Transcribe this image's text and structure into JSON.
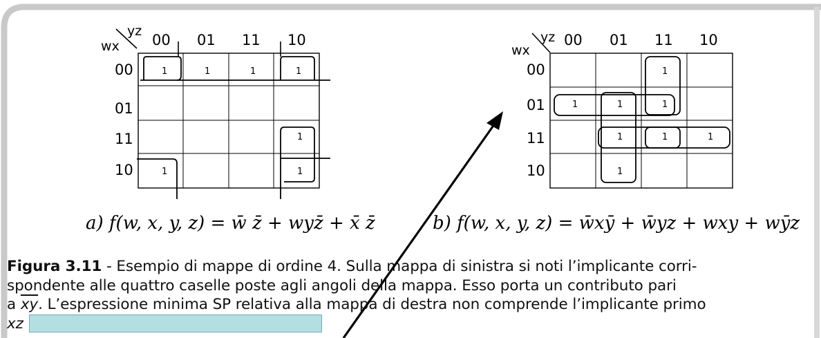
{
  "left_map": {
    "corner_row_var": "wx",
    "corner_col_var": "yz",
    "col_headers": [
      "00",
      "01",
      "11",
      "10"
    ],
    "row_headers": [
      "00",
      "01",
      "11",
      "10"
    ],
    "cells": [
      [
        "1",
        "1",
        "1",
        "1"
      ],
      [
        "",
        "",
        "",
        ""
      ],
      [
        "",
        "",
        "",
        "1"
      ],
      [
        "1",
        "",
        "",
        "1"
      ]
    ],
    "formula_label": "a)",
    "formula_lhs": "f(w, x, y, z) =",
    "formula_terms": [
      "w̄ z̄",
      "+ wyz̄",
      "+ x̄ z̄"
    ]
  },
  "right_map": {
    "corner_row_var": "wx",
    "corner_col_var": "yz",
    "col_headers": [
      "00",
      "01",
      "11",
      "10"
    ],
    "row_headers": [
      "00",
      "01",
      "11",
      "10"
    ],
    "cells": [
      [
        "",
        "",
        "1",
        ""
      ],
      [
        "1",
        "1",
        "1",
        ""
      ],
      [
        "",
        "1",
        "1",
        "1"
      ],
      [
        "",
        "1",
        "",
        ""
      ]
    ],
    "formula_label": "b)",
    "formula_lhs": "f(w, x, y, z) =",
    "formula_terms": [
      "w̄xȳ",
      "+ w̄yz",
      "+ wxy",
      "+ wȳz"
    ]
  },
  "caption": {
    "figure_label": "Figura 3.11",
    "line1": " - Esempio di mappe di ordine 4. Sulla mappa di sinistra si noti l’implicante corri-",
    "line2": "spondente alle quattro caselle poste agli angoli della mappa. Esso porta un contributo pari",
    "line3_prefix": "a ",
    "line3_overline": "xy",
    "line3_suffix": ". L’espressione minima SP relativa alla mappa di destra non comprende l’implicante primo",
    "line4": "xz"
  },
  "colors": {
    "frame_border": "#c9c9c9",
    "highlight_box": "#b3dfe2",
    "text": "#111111"
  }
}
